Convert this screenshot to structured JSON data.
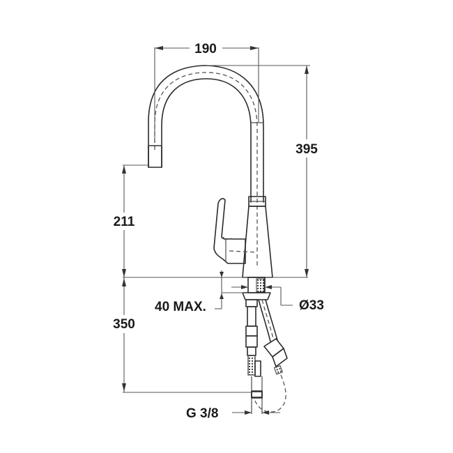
{
  "drawing": {
    "title": "Kitchen faucet dimensional drawing",
    "units": "mm",
    "dimensions": {
      "spout_reach": "190",
      "total_height": "395",
      "spout_outlet_height": "211",
      "below_counter_length": "350",
      "max_counter_thickness": "40 MAX.",
      "mounting_hole_diameter": "Ø33",
      "connection_thread": "G 3/8"
    },
    "colors": {
      "line": "#2a2a2a",
      "dimension_line": "#555555",
      "text": "#1a1a1a",
      "background": "#ffffff"
    }
  }
}
